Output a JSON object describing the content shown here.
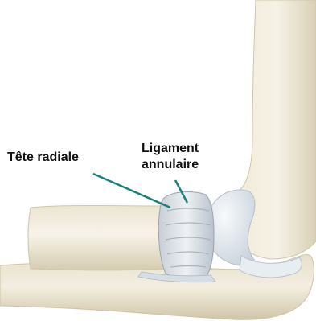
{
  "labels": {
    "radial_head": "Tête radiale",
    "annular_ligament_line1": "Ligament",
    "annular_ligament_line2": "annulaire"
  },
  "colors": {
    "leader_line": "#1a7f78",
    "bone_light": "#f2eee0",
    "bone_mid": "#ddd6bf",
    "bone_shadow": "#c7bea3",
    "ligament": "#dfe4ea",
    "ligament_shadow": "#b7c0ca",
    "cartilage": "#eef2f6"
  }
}
